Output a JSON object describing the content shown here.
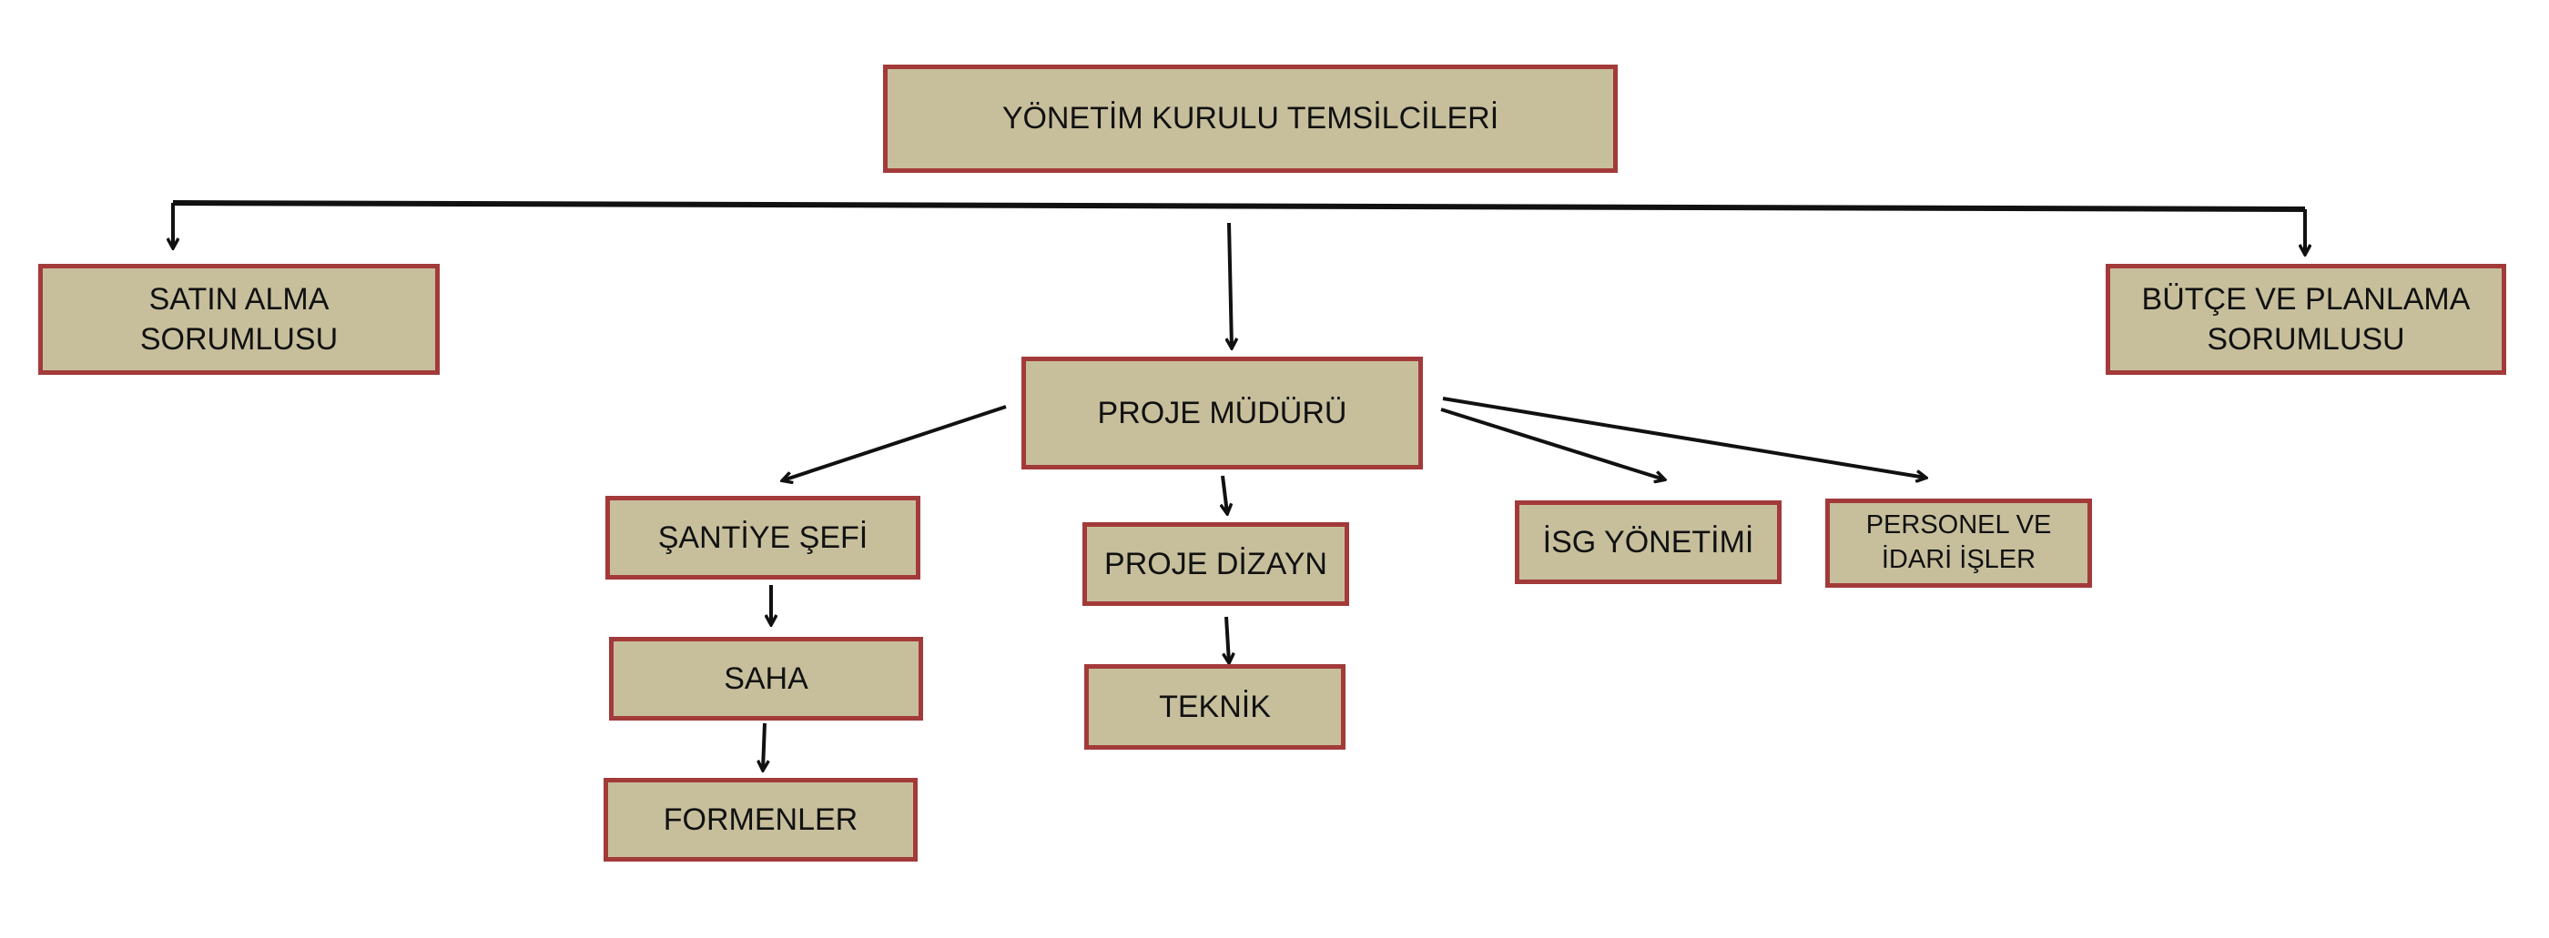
{
  "colors": {
    "box_fill": "#c7bf9c",
    "box_border": "#a33a3a",
    "connector": "#111111",
    "background": "#ffffff"
  },
  "nodes": {
    "board": {
      "label": "YÖNETİM KURULU TEMSİLCİLERİ"
    },
    "purchasing": {
      "label": "SATIN ALMA\nSORUMLUSU"
    },
    "budget": {
      "label": "BÜTÇE VE PLANLAMA\nSORUMLUSU"
    },
    "project_manager": {
      "label": "PROJE MÜDÜRÜ"
    },
    "site_chief": {
      "label": "ŞANTİYE ŞEFİ"
    },
    "site": {
      "label": "SAHA"
    },
    "foremen": {
      "label": "FORMENLER"
    },
    "project_design": {
      "label": "PROJE DİZAYN"
    },
    "technical": {
      "label": "TEKNİK"
    },
    "ohs": {
      "label": "İSG YÖNETİMİ"
    },
    "personnel": {
      "label": "PERSONEL VE\nİDARİ İŞLER"
    }
  },
  "edges": [
    {
      "from": "board",
      "to": "purchasing"
    },
    {
      "from": "board",
      "to": "budget"
    },
    {
      "from": "board",
      "to": "project_manager"
    },
    {
      "from": "project_manager",
      "to": "site_chief"
    },
    {
      "from": "project_manager",
      "to": "project_design"
    },
    {
      "from": "project_manager",
      "to": "ohs"
    },
    {
      "from": "project_manager",
      "to": "personnel"
    },
    {
      "from": "site_chief",
      "to": "site"
    },
    {
      "from": "site",
      "to": "foremen"
    },
    {
      "from": "project_design",
      "to": "technical"
    }
  ]
}
